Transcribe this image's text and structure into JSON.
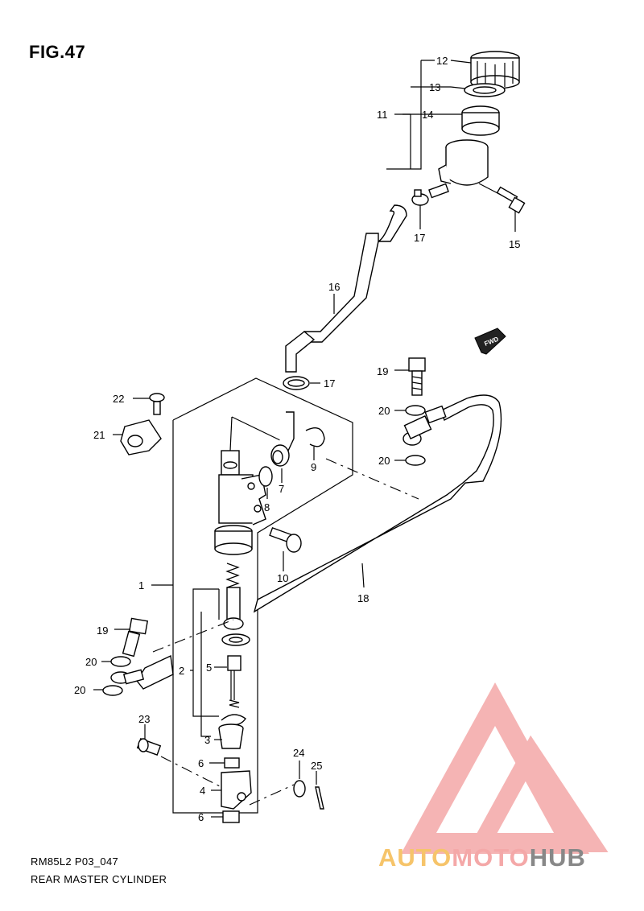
{
  "figure": {
    "title": "FIG.47",
    "model_code": "RM85L2 P03_047",
    "section_name": "REAR MASTER CYLINDER"
  },
  "callouts": [
    {
      "id": "1",
      "label": "1"
    },
    {
      "id": "2",
      "label": "2"
    },
    {
      "id": "3",
      "label": "3"
    },
    {
      "id": "4",
      "label": "4"
    },
    {
      "id": "5",
      "label": "5"
    },
    {
      "id": "6a",
      "label": "6"
    },
    {
      "id": "6b",
      "label": "6"
    },
    {
      "id": "7",
      "label": "7"
    },
    {
      "id": "8",
      "label": "8"
    },
    {
      "id": "9",
      "label": "9"
    },
    {
      "id": "10",
      "label": "10"
    },
    {
      "id": "11",
      "label": "11"
    },
    {
      "id": "12",
      "label": "12"
    },
    {
      "id": "13",
      "label": "13"
    },
    {
      "id": "14",
      "label": "14"
    },
    {
      "id": "15",
      "label": "15"
    },
    {
      "id": "16",
      "label": "16"
    },
    {
      "id": "17a",
      "label": "17"
    },
    {
      "id": "17b",
      "label": "17"
    },
    {
      "id": "18",
      "label": "18"
    },
    {
      "id": "19a",
      "label": "19"
    },
    {
      "id": "19b",
      "label": "19"
    },
    {
      "id": "20a",
      "label": "20"
    },
    {
      "id": "20b",
      "label": "20"
    },
    {
      "id": "20c",
      "label": "20"
    },
    {
      "id": "20d",
      "label": "20"
    },
    {
      "id": "21",
      "label": "21"
    },
    {
      "id": "22",
      "label": "22"
    },
    {
      "id": "23",
      "label": "23"
    },
    {
      "id": "24",
      "label": "24"
    },
    {
      "id": "25",
      "label": "25"
    }
  ],
  "direction_badge": "FWD",
  "watermark": {
    "part1": "AUTO",
    "part2": "MOTO",
    "part3": "HUB",
    "color_primary": "#f4a8a8",
    "color_accent": "#f6c46a",
    "color_dark": "#888888"
  }
}
